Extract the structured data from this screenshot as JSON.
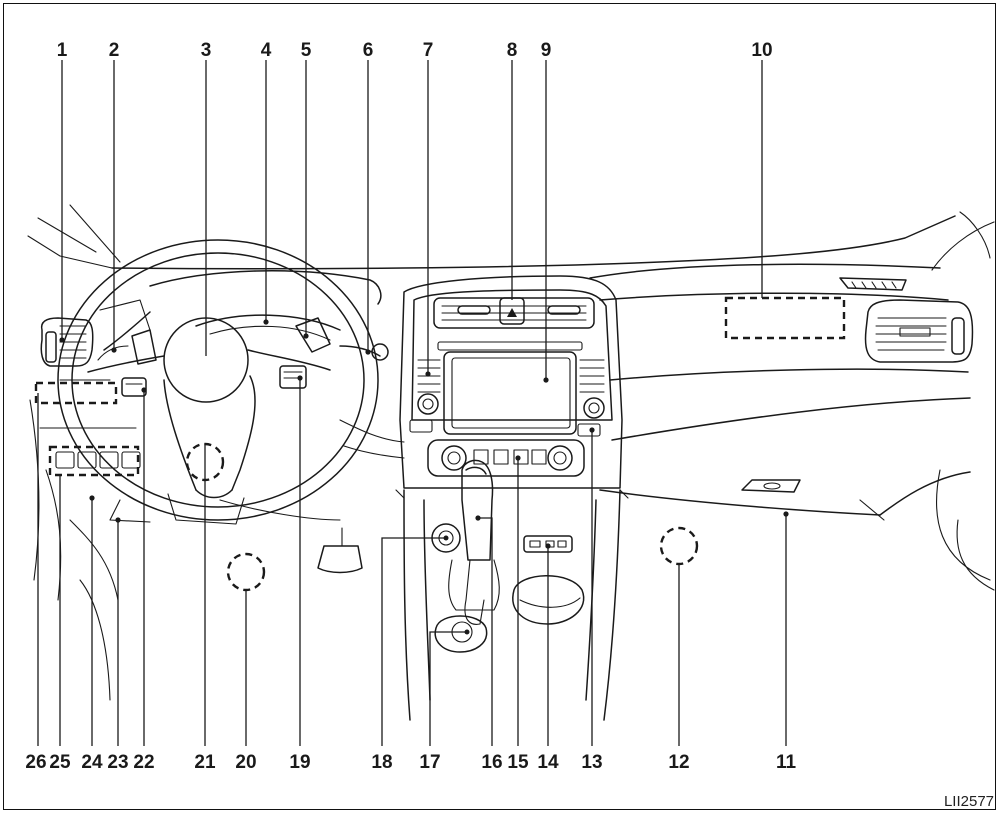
{
  "callouts": [
    "1",
    "2",
    "3",
    "4",
    "5",
    "6",
    "7",
    "8",
    "9",
    "10",
    "11",
    "12",
    "13",
    "14",
    "15",
    "16",
    "17",
    "18",
    "19",
    "20",
    "21",
    "22",
    "23",
    "24",
    "25",
    "26"
  ],
  "figure_code": "LII2577"
}
